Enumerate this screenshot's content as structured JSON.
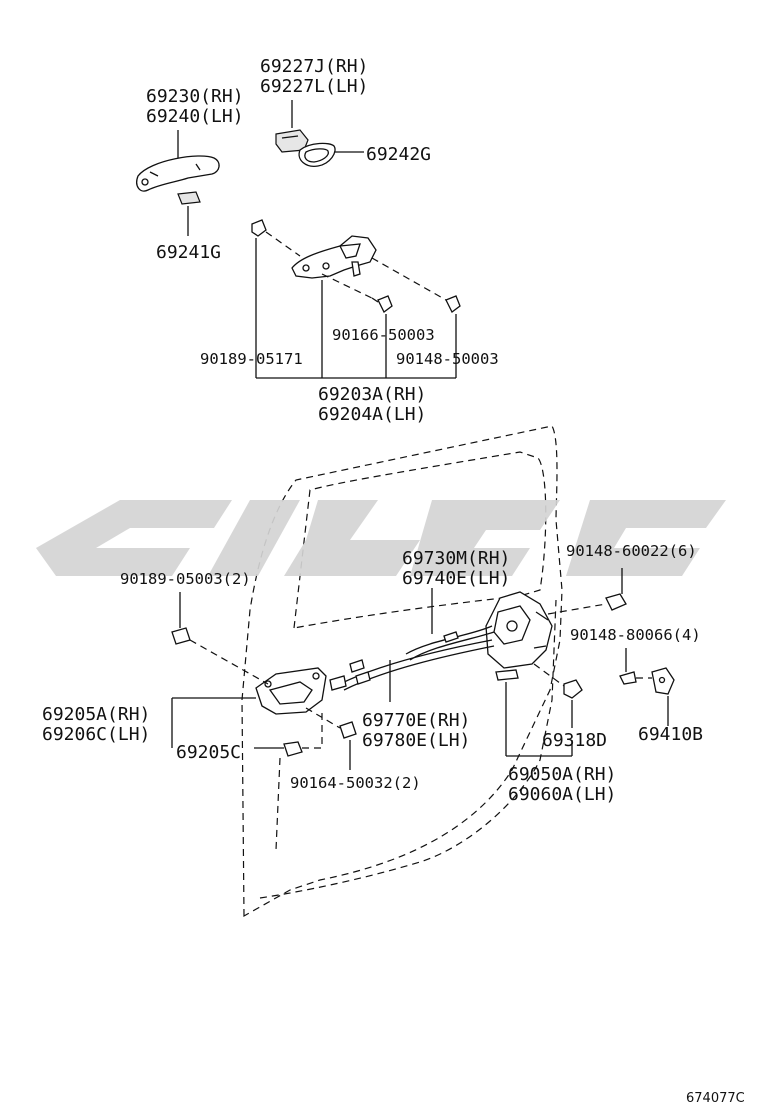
{
  "labels": {
    "p69227_rh": "69227J(RH)",
    "p69227_lh": "69227L(LH)",
    "p69230_rh": "69230(RH)",
    "p69240_lh": "69240(LH)",
    "p69242g": "69242G",
    "p69241g": "69241G",
    "p90166": "90166-50003",
    "p90189_05171": "90189-05171",
    "p90148_50003": "90148-50003",
    "p69203a_rh": "69203A(RH)",
    "p69204a_lh": "69204A(LH)",
    "p69730m_rh": "69730M(RH)",
    "p69740e_lh": "69740E(LH)",
    "p90148_60022": "90148-60022(6)",
    "p90189_05003": "90189-05003(2)",
    "p90148_80066": "90148-80066(4)",
    "p69205a_rh": "69205A(RH)",
    "p69206c_lh": "69206C(LH)",
    "p69205c": "69205C",
    "p69770e_rh": "69770E(RH)",
    "p69780e_lh": "69780E(LH)",
    "p69318d": "69318D",
    "p69410b": "69410B",
    "p90164": "90164-50032(2)",
    "p69050a_rh": "69050A(RH)",
    "p69060a_lh": "69060A(LH)"
  },
  "figure_code": "674077C",
  "colors": {
    "ink": "#111111",
    "watermark": "#d4d4d4",
    "background": "#ffffff"
  }
}
